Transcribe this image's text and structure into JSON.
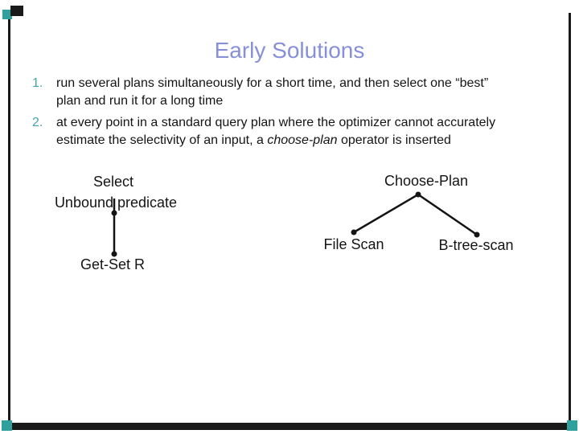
{
  "slide": {
    "title": "Early Solutions"
  },
  "colors": {
    "title_text": "#8690D8",
    "list_number": "#46A5AA",
    "body_text": "#141414",
    "accent_teal": "#2FA09B",
    "frame_black": "#1A1A1A"
  },
  "list_items": [
    {
      "number": "1.",
      "line1": "run several plans simultaneously for a short time, and then select one “best”",
      "line2": "plan and run it for a long time"
    },
    {
      "number": "2.",
      "line1": "at every point in a standard query plan where the optimizer cannot accurately",
      "line2_pre": "estimate the selectivity of an input, a ",
      "line2_italic": "choose-plan",
      "line2_post": " operator is inserted"
    }
  ],
  "diagram_left": {
    "root_label": "Select",
    "root_sublabel": "Unbound predicate",
    "leaf_label": "Get-Set R"
  },
  "diagram_right": {
    "root_label": "Choose-Plan",
    "left_leaf_label": "File Scan",
    "right_leaf_label": "B-tree-scan"
  }
}
